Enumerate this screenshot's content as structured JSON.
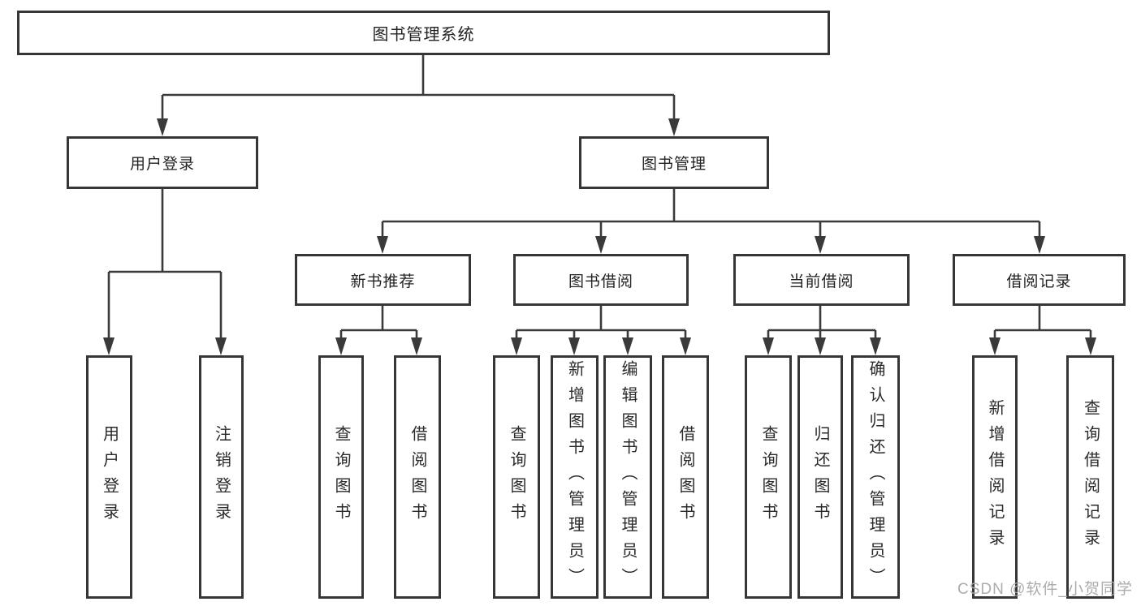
{
  "colors": {
    "background": "#ffffff",
    "line": "#3a3a3a",
    "box_border": "#363636",
    "text": "#232323",
    "watermark": "#a8a8a8"
  },
  "diagram": {
    "root": {
      "label": "图书管理系统"
    },
    "level2": [
      {
        "label": "用户登录"
      },
      {
        "label": "图书管理"
      }
    ],
    "level3": [
      {
        "label": "新书推荐"
      },
      {
        "label": "图书借阅"
      },
      {
        "label": "当前借阅"
      },
      {
        "label": "借阅记录"
      }
    ],
    "leaves": [
      {
        "label": "用户登录"
      },
      {
        "label": "注销登录"
      },
      {
        "label": "查询图书"
      },
      {
        "label": "借阅图书"
      },
      {
        "label": "查询图书"
      },
      {
        "label": "新增图书（管理员）"
      },
      {
        "label": "编辑图书（管理员）"
      },
      {
        "label": "借阅图书"
      },
      {
        "label": "查询图书"
      },
      {
        "label": "归还图书"
      },
      {
        "label": "确认归还（管理员）"
      },
      {
        "label": "新增借阅记录"
      },
      {
        "label": "查询借阅记录"
      }
    ]
  },
  "watermark": {
    "text": "CSDN @软件_小贺同学"
  }
}
